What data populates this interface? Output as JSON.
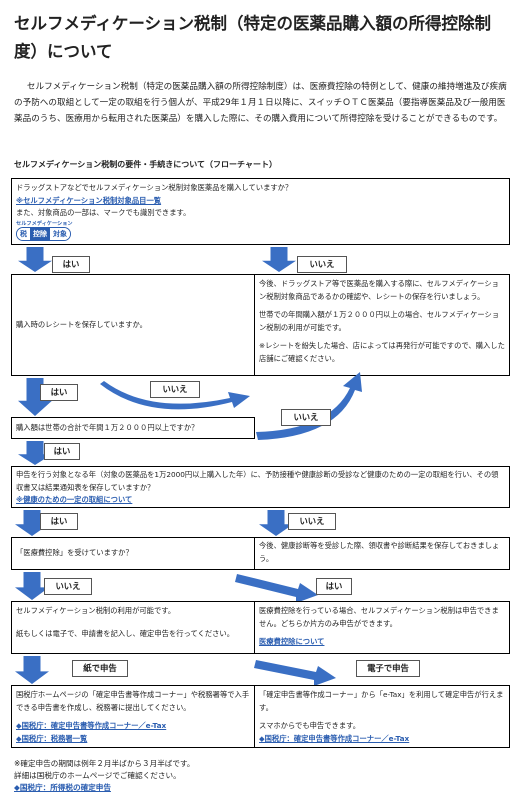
{
  "title": "セルフメディケーション税制（特定の医薬品購入額の所得控除制度）について",
  "intro": "セルフメディケーション税制（特定の医薬品購入額の所得控除制度）は、医療費控除の特例として、健康の維持増進及び疾病の予防への取組として一定の取組を行う個人が、平成29年１月１日以降に、スイッチＯＴＣ医薬品（要指導医薬品及び一般用医薬品のうち、医療用から転用された医薬品）を購入した際に、その購入費用について所得控除を受けることができるものです。",
  "subtitle": "セルフメディケーション税制の要件・手続きについて（フローチャート）",
  "box1": {
    "question": "ドラッグストアなどでセルフメディケーション税制対象医薬品を購入していますか？",
    "link": "※セルフメディケーション税制対象品目一覧",
    "note": "また、対象商品の一部は、マークでも識別できます。",
    "mark_caption": "セルフメディケーション",
    "mark_chars": [
      "税",
      "控除",
      "対象"
    ]
  },
  "box2": {
    "question": "購入時のレシートを保存していますか。"
  },
  "box2r": {
    "p1": "今後、ドラッグストア等で医薬品を購入する際に、セルフメディケーション税制対象商品であるかの確認や、レシートの保存を行いましょう。",
    "p2": "世帯での年間購入額が１万２０００円以上の場合、セルフメディケーション税制の利用が可能です。",
    "p3": "※レシートを紛失した場合、店によっては再発行が可能ですので、購入した店舗にご確認ください。"
  },
  "box3": {
    "question": "購入額は世帯の合計で年間１万２０００円以上ですか？"
  },
  "box4": {
    "text": "申告を行う対象となる年（対象の医薬品を1万2000円以上購入した年）に、予防接種や健康診断の受診など健康のための一定の取組を行い、その領収書又は結果通知表を保存していますか？",
    "link": "※健康のための一定の取組について"
  },
  "box5": {
    "question": "「医療費控除」を受けていますか？"
  },
  "box5r": {
    "text": "今後、健康診断等を受診した際、領収書や診断結果を保存しておきましょう。"
  },
  "box6": {
    "p1": "セルフメディケーション税制の利用が可能です。",
    "p2": "紙もしくは電子で、申請書を記入し、確定申告を行ってください。"
  },
  "box6r": {
    "p1": "医療費控除を行っている場合、セルフメディケーション税制は申告できません。どちらか片方のみ申告ができます。",
    "link": "医療費控除について"
  },
  "box7": {
    "p1": "国税庁ホームページの「確定申告書等作成コーナー」や税務署等で入手できる申告書を作成し、税務署に提出してください。",
    "link1": "◆国税庁：確定申告書等作成コーナー／e-Tax",
    "link2": "◆国税庁：税務署一覧"
  },
  "box7r": {
    "p1": "「確定申告書等作成コーナー」から「e-Tax」を利用して確定申告が行えます。",
    "p2": "スマホからでも申告できます。",
    "link": "◆国税庁：確定申告書等作成コーナー／e-Tax"
  },
  "labels": {
    "yes1": "はい",
    "no1": "いいえ",
    "yes2": "はい",
    "no2a": "いいえ",
    "no2b": "いいえ",
    "yes3": "はい",
    "yes4": "はい",
    "no4": "いいえ",
    "no5": "いいえ",
    "yes5": "はい",
    "paper": "紙で申告",
    "electronic": "電子で申告"
  },
  "footer": {
    "l1": "※確定申告の期間は例年２月半ばから３月半ばです。",
    "l2": "詳細は国税庁のホームページでご確認ください。",
    "link": "◆国税庁：所得税の確定申告"
  },
  "colors": {
    "arrow": "#3a6fc4",
    "link": "#2a5db0"
  }
}
